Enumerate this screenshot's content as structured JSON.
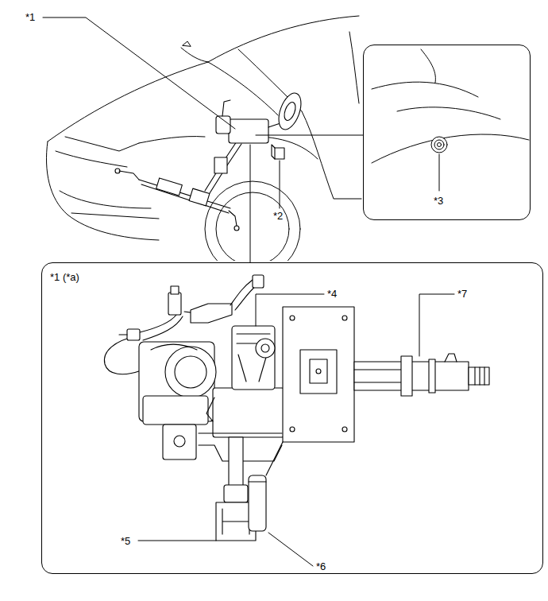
{
  "diagram": {
    "nodes": [
      {
        "text": [
          "*3"
        ]
      },
      {
        "text": [
          "*1 (*a)"
        ]
      }
    ],
    "labels": [
      "*1",
      "*2",
      "*4",
      "*5",
      "*6",
      "*7"
    ]
  }
}
